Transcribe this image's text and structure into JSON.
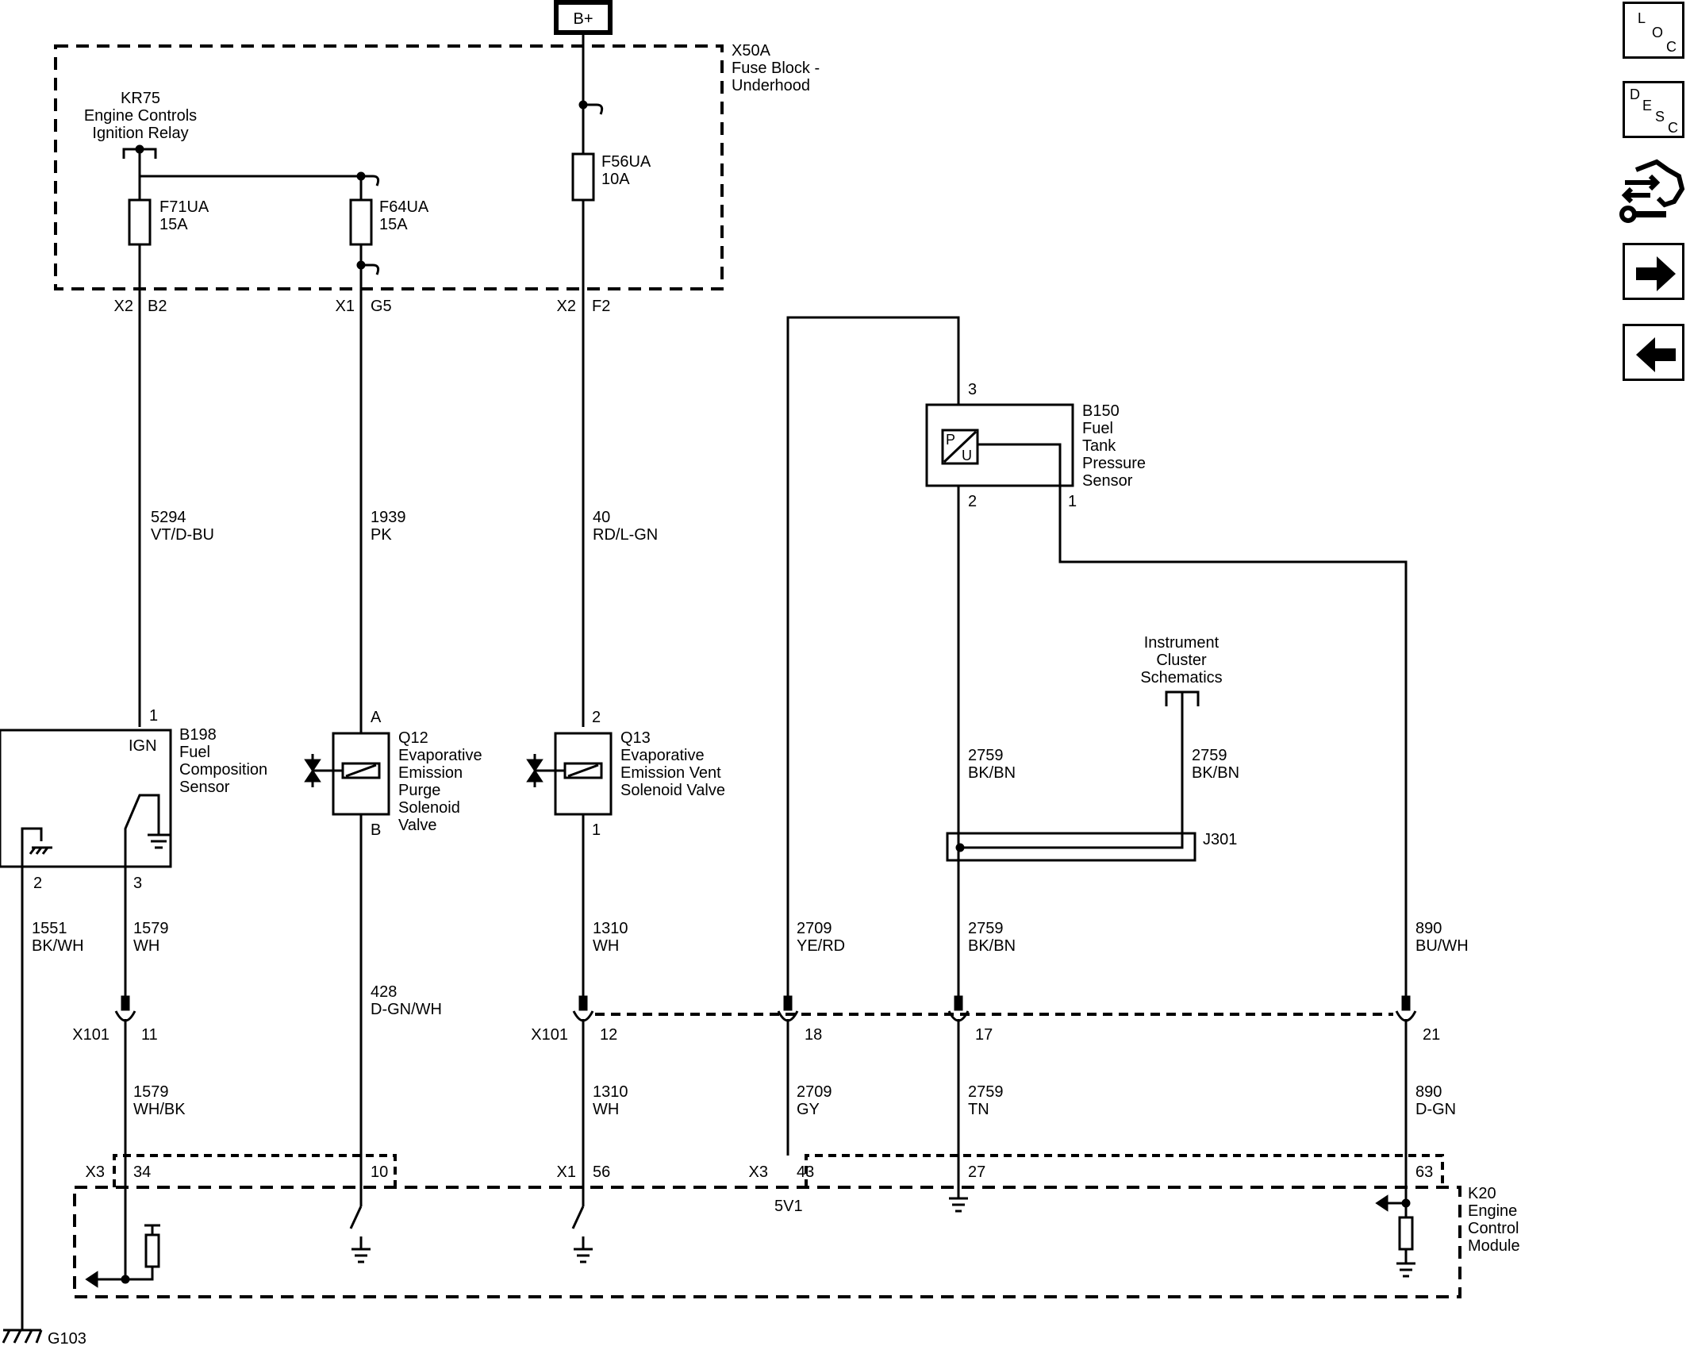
{
  "power": {
    "label": "B+"
  },
  "fuse_block": {
    "id": "X50A",
    "name_line1": "Fuse Block -",
    "name_line2": "Underhood"
  },
  "relay": {
    "id": "KR75",
    "name_line1": "Engine Controls",
    "name_line2": "Ignition Relay"
  },
  "fuses": [
    {
      "id": "F71UA",
      "rating": "15A"
    },
    {
      "id": "F64UA",
      "rating": "15A"
    },
    {
      "id": "F56UA",
      "rating": "10A"
    }
  ],
  "fuse_block_pins": [
    {
      "connector": "X2",
      "pin": "B2"
    },
    {
      "connector": "X1",
      "pin": "G5"
    },
    {
      "connector": "X2",
      "pin": "F2"
    }
  ],
  "wires": {
    "w5294": {
      "circuit": "5294",
      "color": "VT/D-BU"
    },
    "w1939": {
      "circuit": "1939",
      "color": "PK"
    },
    "w40": {
      "circuit": "40",
      "color": "RD/L-GN"
    },
    "w1551": {
      "circuit": "1551",
      "color": "BK/WH"
    },
    "w1579a": {
      "circuit": "1579",
      "color": "WH"
    },
    "w428": {
      "circuit": "428",
      "color": "D-GN/WH"
    },
    "w1310a": {
      "circuit": "1310",
      "color": "WH"
    },
    "w2709a": {
      "circuit": "2709",
      "color": "YE/RD"
    },
    "w2759a": {
      "circuit": "2759",
      "color": "BK/BN"
    },
    "w2759b": {
      "circuit": "2759",
      "color": "BK/BN"
    },
    "w2759c": {
      "circuit": "2759",
      "color": "BK/BN"
    },
    "w890a": {
      "circuit": "890",
      "color": "BU/WH"
    },
    "w1579b": {
      "circuit": "1579",
      "color": "WH/BK"
    },
    "w1310b": {
      "circuit": "1310",
      "color": "WH"
    },
    "w2709b": {
      "circuit": "2709",
      "color": "GY"
    },
    "w2759d": {
      "circuit": "2759",
      "color": "TN"
    },
    "w890b": {
      "circuit": "890",
      "color": "D-GN"
    }
  },
  "sensor_b150": {
    "id": "B150",
    "line1": "Fuel",
    "line2": "Tank",
    "line3": "Pressure",
    "line4": "Sensor",
    "pin_top": "3",
    "pin_bottom_left": "2",
    "pin_bottom_right": "1",
    "glyph_p": "P",
    "glyph_u": "U"
  },
  "sensor_b198": {
    "id": "B198",
    "line1": "Fuel",
    "line2": "Composition",
    "line3": "Sensor",
    "ign": "IGN",
    "pin1": "1",
    "pin2": "2",
    "pin3": "3"
  },
  "valve_q12": {
    "id": "Q12",
    "line1": "Evaporative",
    "line2": "Emission",
    "line3": "Purge",
    "line4": "Solenoid",
    "line5": "Valve",
    "pin_a": "A",
    "pin_b": "B"
  },
  "valve_q13": {
    "id": "Q13",
    "line1": "Evaporative",
    "line2": "Emission Vent",
    "line3": "Solenoid Valve",
    "pin_top": "2",
    "pin_bottom": "1"
  },
  "instrument_cluster": {
    "line1": "Instrument",
    "line2": "Cluster",
    "line3": "Schematics"
  },
  "splice": {
    "id": "J301"
  },
  "inline_connector": {
    "left_label": "X101",
    "left_pin": "11",
    "right_label": "X101",
    "pins": [
      "12",
      "18",
      "17",
      "21"
    ]
  },
  "ecm": {
    "id": "K20",
    "line1": "Engine",
    "line2": "Control",
    "line3": "Module",
    "x3_left": "X3",
    "pin34": "34",
    "pin10": "10",
    "x1": "X1",
    "pin56": "56",
    "x3_right": "X3",
    "pin43": "43",
    "pin27": "27",
    "pin63": "63",
    "ref5v": "5V1"
  },
  "ground": {
    "id": "G103"
  },
  "nav": {
    "loc": [
      "L",
      "O",
      "C"
    ],
    "desc": [
      "D",
      "E",
      "S",
      "C"
    ],
    "icons": [
      "connector-tool-icon",
      "next-arrow-icon",
      "previous-arrow-icon"
    ]
  }
}
